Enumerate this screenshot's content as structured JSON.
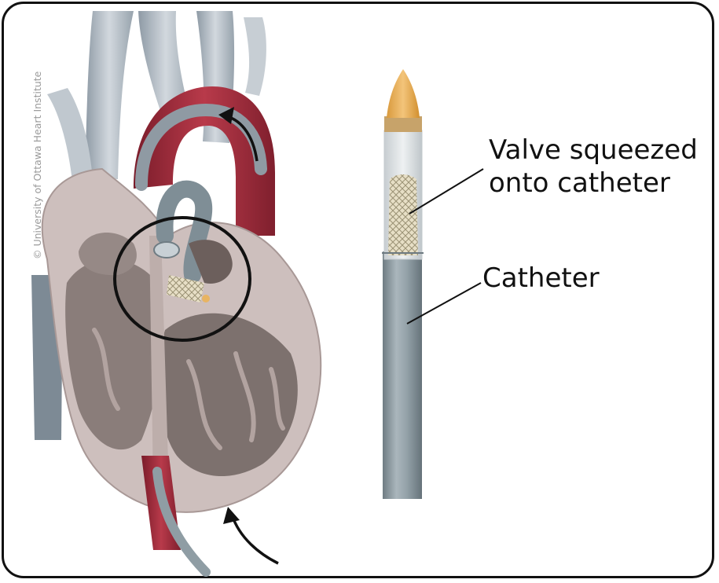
{
  "labels": {
    "valve": "Valve squeezed\nonto catheter",
    "catheter": "Catheter"
  },
  "credit": "© University of Ottawa Heart Institute",
  "colors": {
    "frame": "#111111",
    "vessel_red": "#9e2535",
    "vessel_grey": "#b9c2cb",
    "heart_wall": "#cbbcba",
    "heart_inner": "#7c6f6c",
    "catheter": "#8f9da4",
    "catheter_tip": "#e8b462",
    "valve_stent": "#ddd3b5"
  }
}
